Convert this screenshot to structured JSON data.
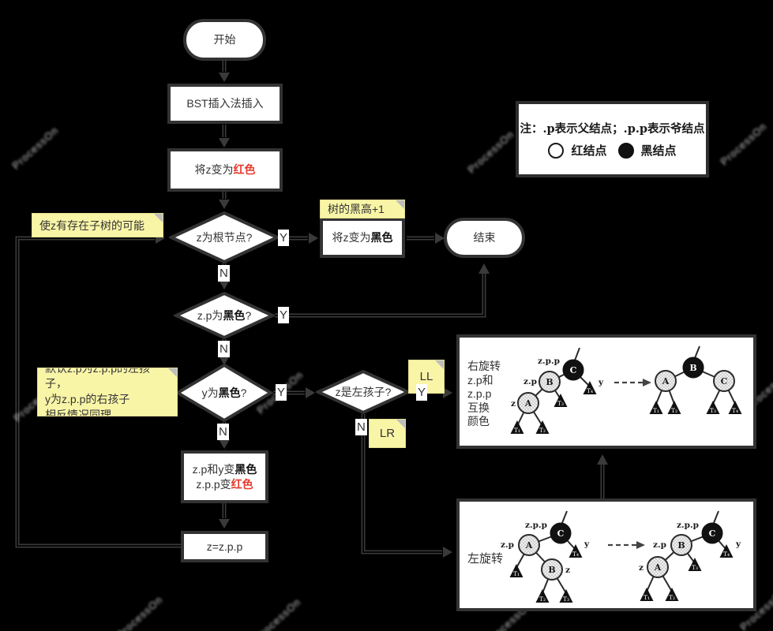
{
  "palette": {
    "background": "#000000",
    "stroke": "#333333",
    "shape_fill": "#ffffff",
    "text": "#333333",
    "red": "#e8392c",
    "note_bg": "#f9f5a7",
    "watermark": "#ebebeb"
  },
  "nodes": {
    "start": "开始",
    "bst": "BST插入法插入",
    "set_red": {
      "pre": "将z变为",
      "em": "红色"
    },
    "is_root": "z为根节点?",
    "set_black": {
      "pre": "将z变为",
      "em": "黑色"
    },
    "end": "结束",
    "zp_black": {
      "pre": "z.p为",
      "em": "黑色",
      "post": "?"
    },
    "y_black": {
      "pre": "y为",
      "em": "黑色",
      "post": "?"
    },
    "z_left": "z是左孩子?",
    "recolor": {
      "l1_pre": "z.p和y变",
      "l1_em": "黑色",
      "l2_pre": "z.p.p变",
      "l2_em": "红色"
    },
    "z_assign": "z=z.p.p"
  },
  "edge_labels": {
    "yes": "Y",
    "no": "N",
    "ll": "LL",
    "lr": "LR"
  },
  "notes": {
    "subtree": "使z有存在子树的可能",
    "black_height": "树的黑高+1",
    "assumption": [
      "默认z.p为z.p.p的左孩子，",
      "y为z.p.p的右孩子",
      "相反情况同理"
    ]
  },
  "legend": {
    "title": "注：.p表示父结点；.p.p表示爷结点",
    "red": "红结点",
    "black": "黑结点"
  },
  "panels": {
    "right": {
      "caption": [
        "右旋转",
        "z.p和",
        "z.p.p",
        "互换",
        "颜色"
      ]
    },
    "left": {
      "caption": "左旋转"
    }
  },
  "tree": {
    "A": "A",
    "B": "B",
    "C": "C",
    "T1": "T₁",
    "T2": "T₂",
    "T3": "T₃",
    "T4": "T₄",
    "zpp": "z.p.p",
    "zp": "z.p",
    "z": "z",
    "y": "y"
  },
  "watermark": "ProcessOn"
}
